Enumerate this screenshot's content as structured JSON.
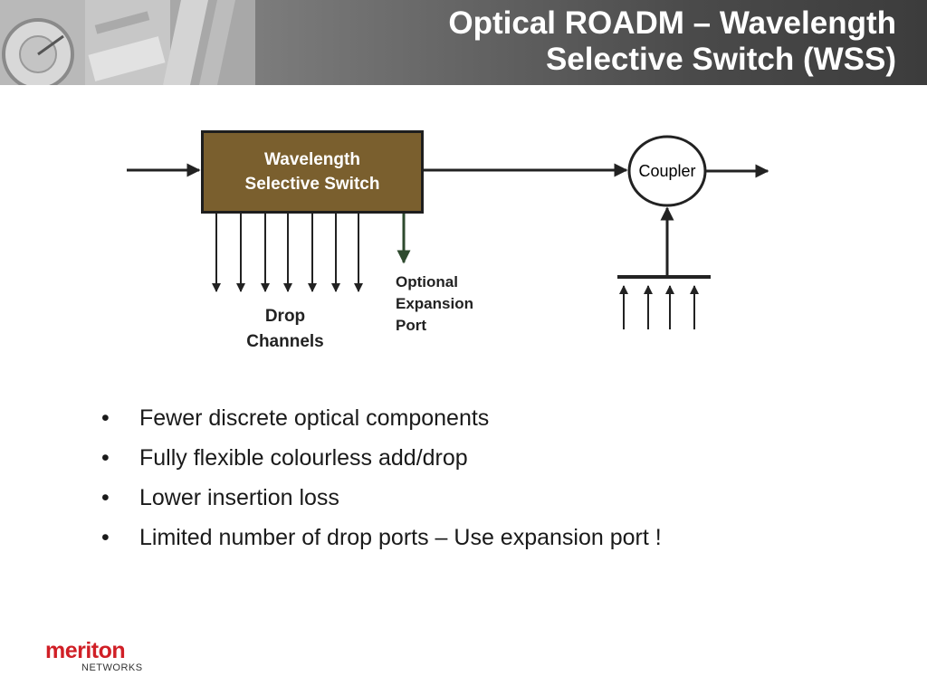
{
  "slide": {
    "title_line1": "Optical ROADM – Wavelength",
    "title_line2": "Selective Switch (WSS)"
  },
  "diagram": {
    "wss_line1": "Wavelength",
    "wss_line2": "Selective Switch",
    "coupler": "Coupler",
    "port_line1": "Optional",
    "port_line2": "Expansion",
    "port_line3": "Port",
    "drop_line1": "Drop",
    "drop_line2": "Channels"
  },
  "bullets": [
    "Fewer discrete optical components",
    "Fully flexible colourless add/drop",
    "Lower insertion loss",
    "Limited number of drop ports – Use expansion port !"
  ],
  "bullet_glyph": "•",
  "logo": {
    "main": "meriton",
    "sub": "NETWORKS"
  },
  "colors": {
    "wss_fill": "#7a5f2e",
    "expansion_arrow": "#2e4a2e",
    "logo_red": "#d01f26"
  }
}
